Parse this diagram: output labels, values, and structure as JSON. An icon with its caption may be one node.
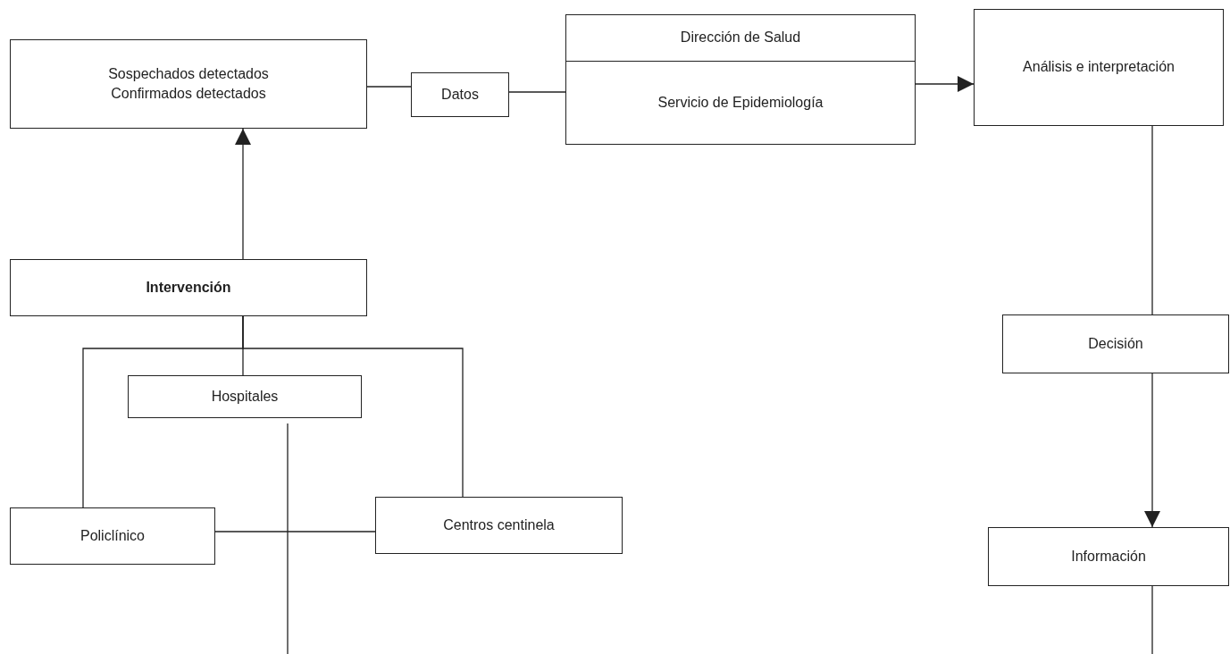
{
  "diagram": {
    "nodes": [
      {
        "text": [
          "Sospechados detectados",
          "Confirmados detectados"
        ]
      },
      {
        "text": [
          "Datos"
        ]
      },
      {
        "text": [
          "Dirección de Salud",
          "Servicio de Epidemiología"
        ]
      },
      {
        "text": [
          "Análisis e interpretación"
        ]
      },
      {
        "text": [
          "Intervención"
        ]
      },
      {
        "text": [
          "Hospitales"
        ]
      },
      {
        "text": [
          "Policlínico"
        ]
      },
      {
        "text": [
          "Centros centinela"
        ]
      },
      {
        "text": [
          "Decisión"
        ]
      },
      {
        "text": [
          "Información"
        ]
      }
    ],
    "edges": [
      {
        "from": 0,
        "to": 1,
        "arrow": "none"
      },
      {
        "from": 1,
        "to": 2,
        "arrow": "none"
      },
      {
        "from": 2,
        "to": 3,
        "arrow": "to"
      },
      {
        "from": 4,
        "to": 0,
        "arrow": "to"
      },
      {
        "from": 4,
        "to": 5,
        "arrow": "none"
      },
      {
        "from": 4,
        "to": 6,
        "arrow": "none"
      },
      {
        "from": 4,
        "to": 7,
        "arrow": "none"
      },
      {
        "from": 6,
        "to": 7,
        "arrow": "none"
      },
      {
        "from": 5,
        "to": null,
        "arrow": "none"
      },
      {
        "from": 3,
        "to": 8,
        "arrow": "none"
      },
      {
        "from": 8,
        "to": 9,
        "arrow": "to"
      },
      {
        "from": 9,
        "to": null,
        "arrow": "none"
      }
    ]
  }
}
